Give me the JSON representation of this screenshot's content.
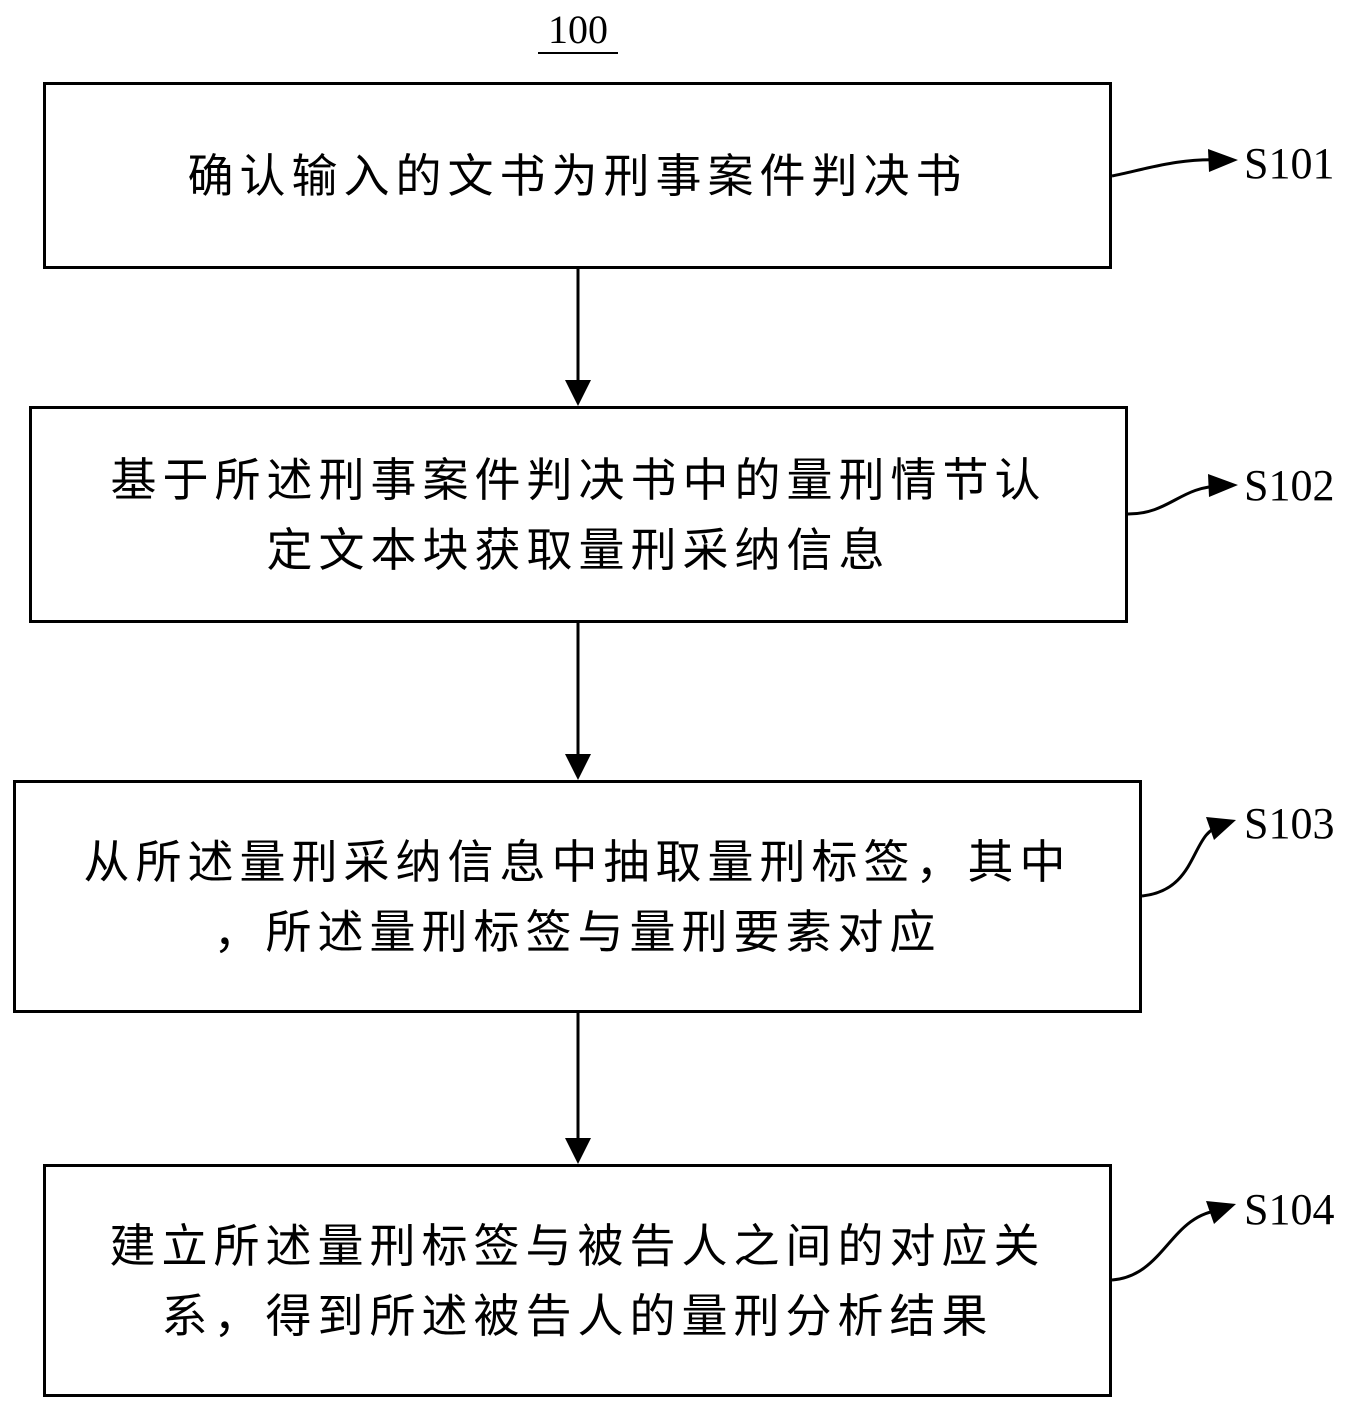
{
  "figure": {
    "label": "100"
  },
  "steps": [
    {
      "id": "S101",
      "text": "确认输入的文书为刑事案件判决书"
    },
    {
      "id": "S102",
      "text": "基于所述刑事案件判决书中的量刑情节认\n定文本块获取量刑采纳信息"
    },
    {
      "id": "S103",
      "text": "从所述量刑采纳信息中抽取量刑标签，其中\n，所述量刑标签与量刑要素对应"
    },
    {
      "id": "S104",
      "text": "建立所述量刑标签与被告人之间的对应关\n系，得到所述被告人的量刑分析结果"
    }
  ]
}
